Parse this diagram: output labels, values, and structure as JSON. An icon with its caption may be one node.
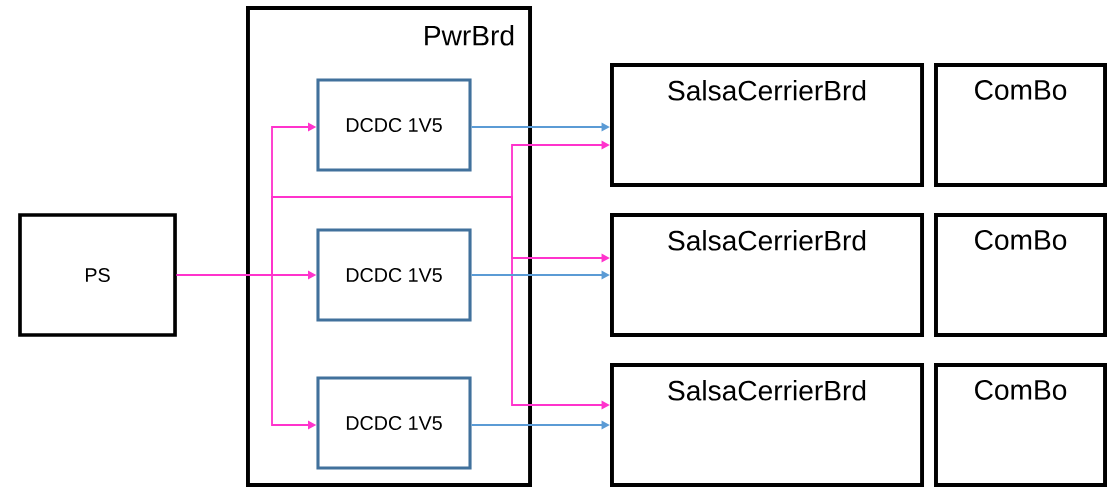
{
  "diagram": {
    "nodes": [
      {
        "text": [
          "PS"
        ]
      },
      {
        "text": [
          "PwrBrd"
        ]
      },
      {
        "text": [
          "DCDC 1V5"
        ],
        "in": 1
      },
      {
        "text": [
          "DCDC 1V5"
        ],
        "in": 1
      },
      {
        "text": [
          "DCDC 1V5"
        ],
        "in": 1
      },
      {
        "text": [
          "SalsaCerrierBrd"
        ]
      },
      {
        "text": [
          "ComBo"
        ]
      },
      {
        "text": [
          "SalsaCerrierBrd"
        ]
      },
      {
        "text": [
          "ComBo"
        ]
      },
      {
        "text": [
          "SalsaCerrierBrd"
        ]
      },
      {
        "text": [
          "ComBo"
        ]
      }
    ],
    "edges": [
      {
        "from": 0,
        "to": 2,
        "arrow": "to"
      },
      {
        "from": 0,
        "to": 3,
        "arrow": "to"
      },
      {
        "from": 0,
        "to": 4,
        "arrow": "to"
      },
      {
        "from": 0,
        "to": 5,
        "arrow": "to"
      },
      {
        "from": 0,
        "to": 7,
        "arrow": "to"
      },
      {
        "from": 0,
        "to": 9,
        "arrow": "to"
      },
      {
        "from": 2,
        "to": 5,
        "arrow": "to",
        "color": "#5b9bd5"
      },
      {
        "from": 3,
        "to": 7,
        "arrow": "to",
        "color": "#5b9bd5"
      },
      {
        "from": 4,
        "to": 9,
        "arrow": "to",
        "color": "#5b9bd5"
      }
    ]
  }
}
